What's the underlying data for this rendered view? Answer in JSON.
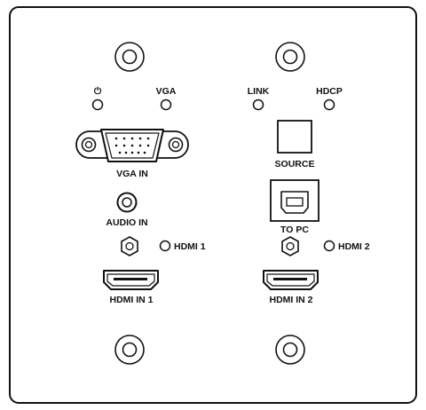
{
  "labels": {
    "power_symbol": "⏻",
    "vga_led": "VGA",
    "link_led": "LINK",
    "hdcp_led": "HDCP",
    "vga_in": "VGA IN",
    "source": "SOURCE",
    "audio_in": "AUDIO IN",
    "to_pc": "TO PC",
    "hdmi1_led": "HDMI 1",
    "hdmi2_led": "HDMI 2",
    "hdmi_in_1": "HDMI IN 1",
    "hdmi_in_2": "HDMI IN 2"
  },
  "colors": {
    "stroke": "#111111",
    "background": "#ffffff"
  }
}
